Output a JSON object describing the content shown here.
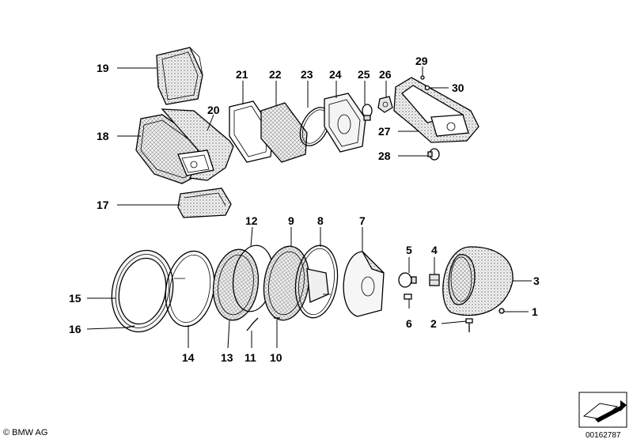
{
  "labels": [
    "1",
    "2",
    "3",
    "4",
    "5",
    "6",
    "7",
    "8",
    "9",
    "10",
    "11",
    "12",
    "13",
    "14",
    "15",
    "16",
    "17",
    "18",
    "19",
    "20",
    "21",
    "22",
    "23",
    "24",
    "25",
    "26",
    "27",
    "28",
    "29",
    "30"
  ],
  "copyright": "© BMW AG",
  "image_code": "00162787",
  "colors": {
    "line": "#000000",
    "lens": "#e8e8e8",
    "chrome": "#f4f4f4"
  }
}
